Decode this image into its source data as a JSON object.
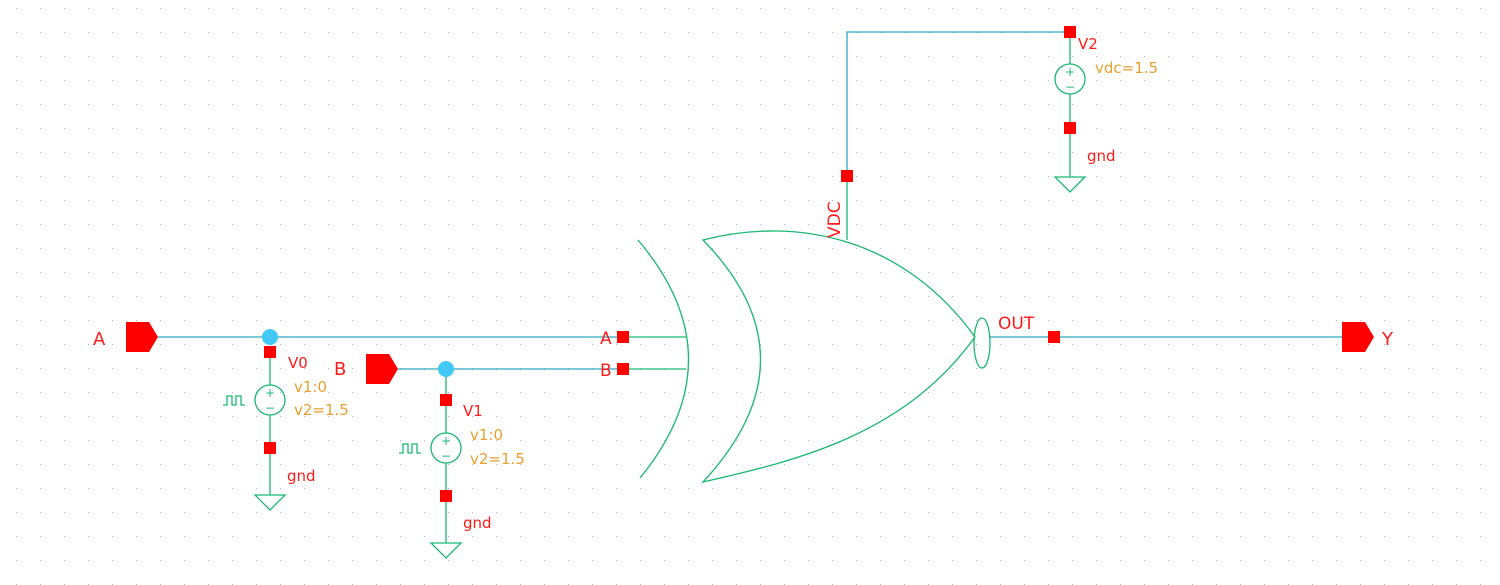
{
  "colors": {
    "background": "#ffffff",
    "grid_dot": "#b4b4b4",
    "wire": "#2ea9c4",
    "symbol": "#1bb873",
    "pin": "#ff0000",
    "net_label": "#ff1a1a",
    "param": "#e8a030",
    "junction": "#44c8f5"
  },
  "pins": {
    "input_a": "A",
    "input_b": "B",
    "output_y": "Y"
  },
  "gate": {
    "type": "XNOR",
    "pin_a": "A",
    "pin_b": "B",
    "pin_out": "OUT",
    "pin_vdc": "VDC"
  },
  "sources": {
    "v0": {
      "name": "V0",
      "param1": "v1:0",
      "param2": "v2=1.5",
      "ground": "gnd"
    },
    "v1": {
      "name": "V1",
      "param1": "v1:0",
      "param2": "v2=1.5",
      "ground": "gnd"
    },
    "v2": {
      "name": "V2",
      "param1": "vdc=1.5",
      "ground": "gnd"
    }
  }
}
